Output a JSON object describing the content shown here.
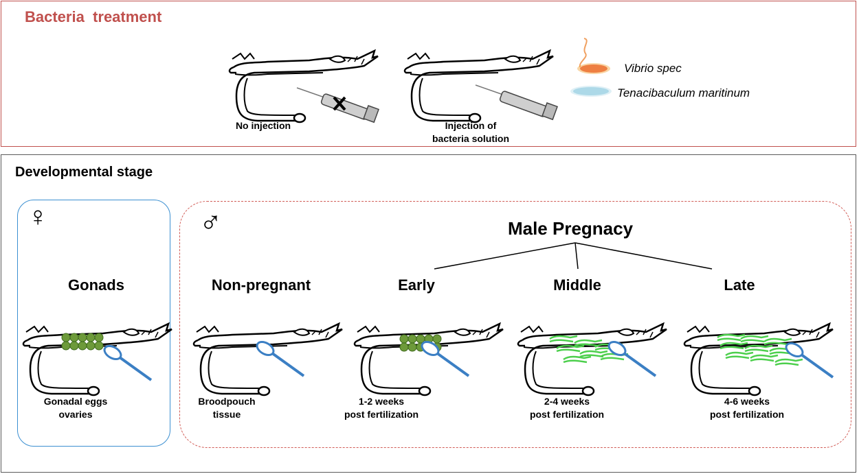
{
  "treatment": {
    "title": "Bacteria  treatment",
    "no_injection": "No injection",
    "injection_line1": "Injection of",
    "injection_line2": "bacteria solution",
    "legend_vibrio": "Vibrio spec",
    "legend_tenaci": "Tenacibaculum maritinum",
    "colors": {
      "vibrio": "#e8462a",
      "tenaci": "#8fcbe0",
      "cross": "#000000"
    }
  },
  "development": {
    "title": "Developmental stage",
    "female": {
      "symbol": "♀",
      "stage": "Gonads",
      "caption_line1": "Gonadal eggs",
      "caption_line2": "ovaries",
      "border_color": "#3b8fd1"
    },
    "male": {
      "symbol": "♂",
      "group_title": "Male Pregnacy",
      "border_color": "#d15b55",
      "stages": [
        {
          "name": "Non-pregnant",
          "caption_line1": "Broodpouch",
          "caption_line2": "tissue"
        },
        {
          "name": "Early",
          "caption_line1": "1-2 weeks",
          "caption_line2": "post fertilization"
        },
        {
          "name": "Middle",
          "caption_line1": "2-4 weeks",
          "caption_line2": "post fertilization"
        },
        {
          "name": "Late",
          "caption_line1": "4-6 weeks",
          "caption_line2": "post fertilization"
        }
      ]
    },
    "colors": {
      "egg": "#6d9a3a",
      "embryo": "#4ccf4c",
      "spoon": "#3b7fc4"
    }
  }
}
